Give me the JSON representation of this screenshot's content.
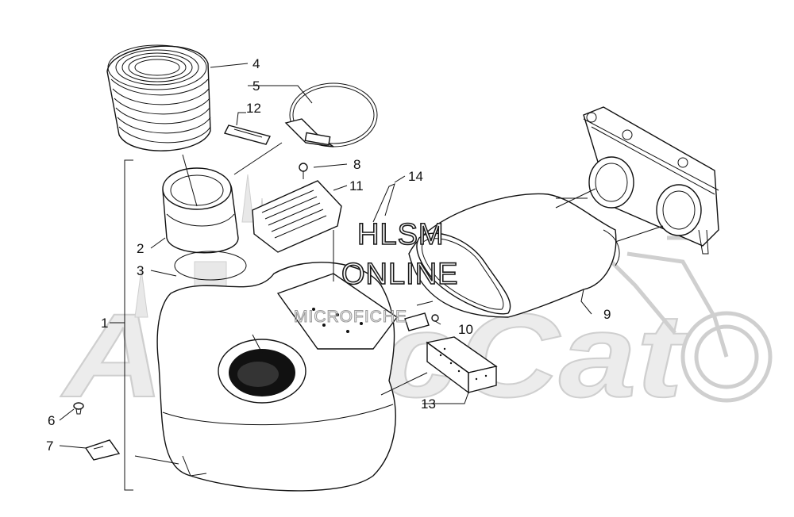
{
  "diagram": {
    "callouts": [
      {
        "id": "c1",
        "label": "1"
      },
      {
        "id": "c2",
        "label": "2"
      },
      {
        "id": "c3",
        "label": "3"
      },
      {
        "id": "c4",
        "label": "4"
      },
      {
        "id": "c5",
        "label": "5"
      },
      {
        "id": "c6",
        "label": "6"
      },
      {
        "id": "c7",
        "label": "7"
      },
      {
        "id": "c8",
        "label": "8"
      },
      {
        "id": "c9",
        "label": "9"
      },
      {
        "id": "c10",
        "label": "10"
      },
      {
        "id": "c11",
        "label": "11"
      },
      {
        "id": "c12",
        "label": "12"
      },
      {
        "id": "c13",
        "label": "13"
      },
      {
        "id": "c14",
        "label": "14"
      }
    ]
  },
  "watermark": {
    "line1": "HLSM",
    "line2": "ONLINE",
    "line3": "MICROFICHE",
    "brand": "ArcticCat"
  },
  "colors": {
    "ink": "#111111",
    "watermark_gray": "#cfcfcf",
    "background": "#ffffff"
  }
}
